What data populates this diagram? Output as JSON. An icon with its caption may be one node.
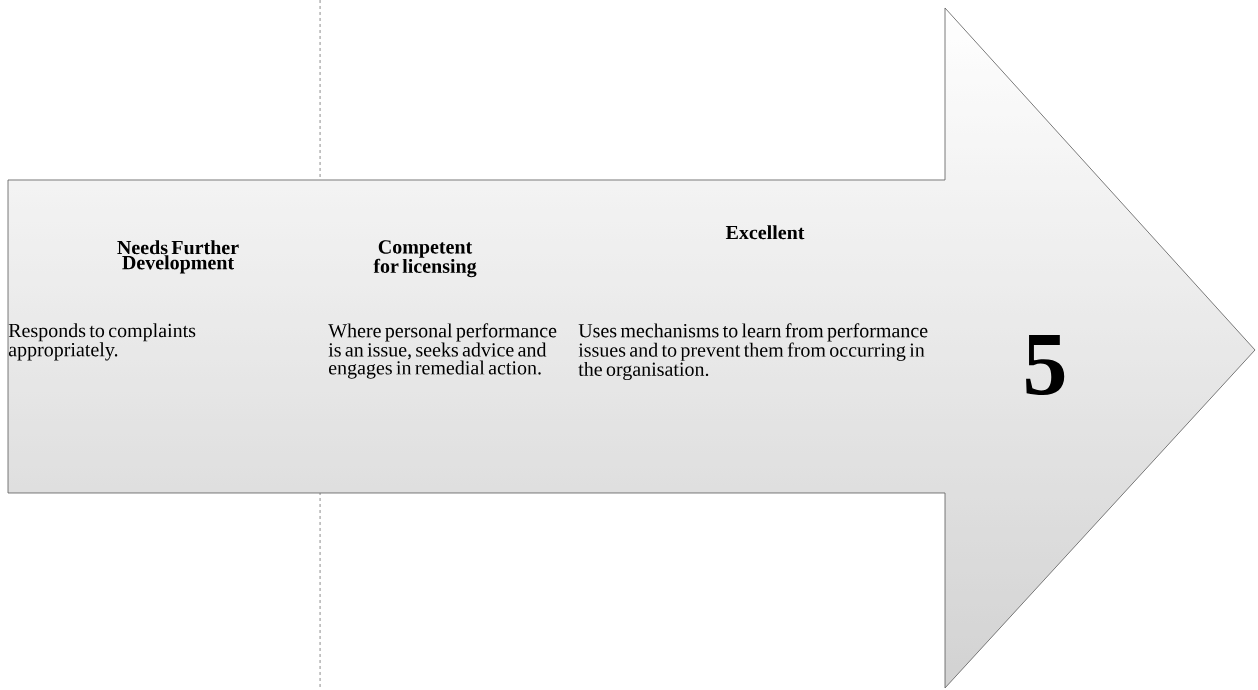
{
  "diagram": {
    "nodes": [
      {
        "text": [
          "5"
        ]
      }
    ],
    "labels": [
      "Needs Further Development",
      "Competent for licensing",
      "Excellent",
      "Responds to complaints appropriately.",
      "Where personal performance is an issue, seeks advice and engages in remedial action.",
      "Uses mechanisms to learn from performance issues and to prevent them from occurring in the organisation."
    ]
  }
}
